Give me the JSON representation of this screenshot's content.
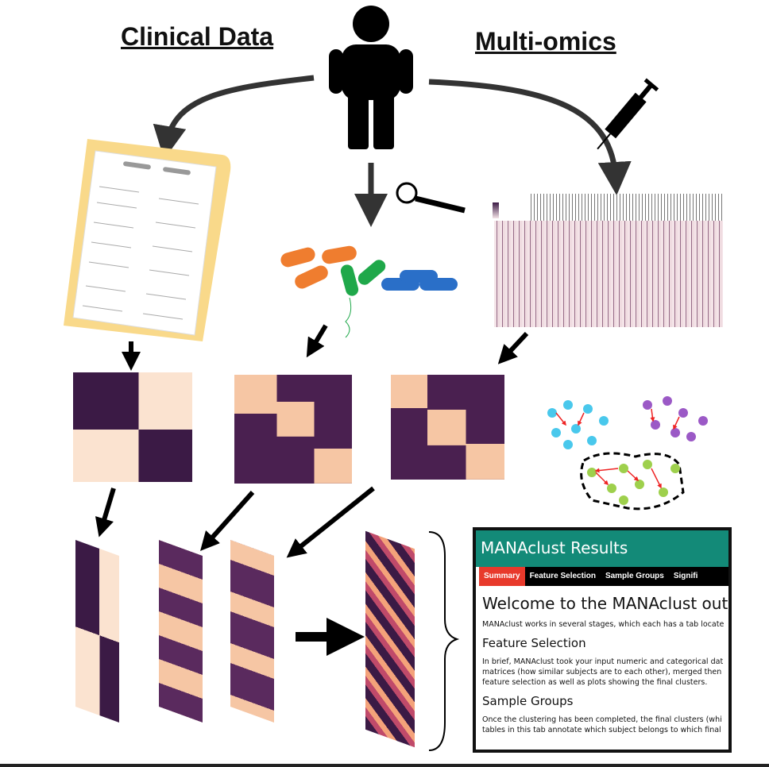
{
  "titles": {
    "clinical": "Clinical Data",
    "omics": "Multi-omics"
  },
  "results_panel": {
    "header": "MANAclust Results",
    "tabs": [
      {
        "label": "Summary",
        "active": true
      },
      {
        "label": "Feature Selection"
      },
      {
        "label": "Sample Groups"
      },
      {
        "label": "Signifi"
      }
    ],
    "heading": "Welcome to the MANAclust output w",
    "intro": "MANAclust works in several stages, which each has a tab locate",
    "sections": [
      {
        "title": "Feature Selection",
        "lines": [
          "In brief, MANAclust took your input numeric and categorical dat",
          "matrices (how similar subjects are to each other), merged then",
          "feature selection as well as plots showing the final clusters."
        ]
      },
      {
        "title": "Sample Groups",
        "lines": [
          "Once the clustering has been completed, the final clusters (whi",
          "tables in this tab annotate which subject belongs to which final"
        ]
      }
    ]
  },
  "colors": {
    "teal": "#138a78",
    "active_tab": "#e8392b",
    "heat_light": "#f6c6a4",
    "heat_dark": "#3b1a45",
    "folder": "#f9d98a"
  }
}
